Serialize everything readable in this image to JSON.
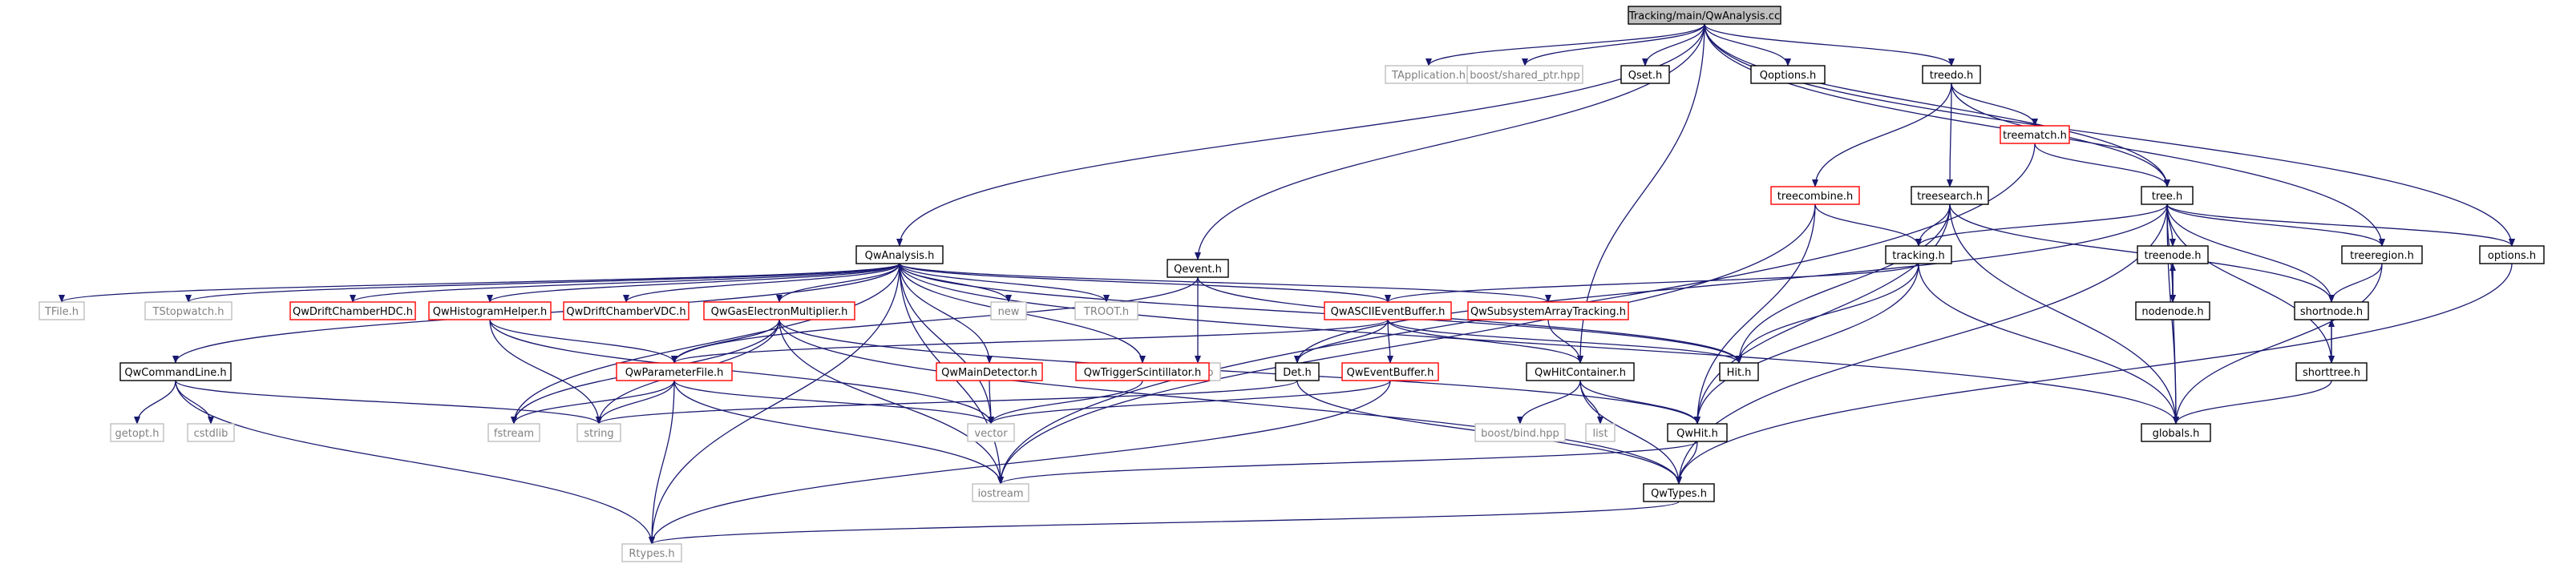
{
  "graph": {
    "nodes": [
      {
        "id": "qwanalysis_cc",
        "label": "Tracking/main/QwAnalysis.cc",
        "style": "root"
      },
      {
        "id": "qwanalysis_h",
        "label": "QwAnalysis.h",
        "style": "doc"
      },
      {
        "id": "tapplication_h",
        "label": "TApplication.h",
        "style": "ext"
      },
      {
        "id": "shared_ptr_hpp",
        "label": "boost/shared_ptr.hpp",
        "style": "ext"
      },
      {
        "id": "qset_h",
        "label": "Qset.h",
        "style": "doc"
      },
      {
        "id": "qoptions_h",
        "label": "Qoptions.h",
        "style": "doc"
      },
      {
        "id": "treedo_h",
        "label": "treedo.h",
        "style": "doc"
      },
      {
        "id": "treematch_h",
        "label": "treematch.h",
        "style": "red"
      },
      {
        "id": "treecombine_h",
        "label": "treecombine.h",
        "style": "red"
      },
      {
        "id": "treesearch_h",
        "label": "treesearch.h",
        "style": "doc"
      },
      {
        "id": "tree_h",
        "label": "tree.h",
        "style": "doc"
      },
      {
        "id": "qevent_h",
        "label": "Qevent.h",
        "style": "doc"
      },
      {
        "id": "tracking_h",
        "label": "tracking.h",
        "style": "doc"
      },
      {
        "id": "treenode_h",
        "label": "treenode.h",
        "style": "doc"
      },
      {
        "id": "treeregion_h",
        "label": "treeregion.h",
        "style": "doc"
      },
      {
        "id": "options_h",
        "label": "options.h",
        "style": "doc"
      },
      {
        "id": "tfile_h",
        "label": "TFile.h",
        "style": "ext"
      },
      {
        "id": "tstopwatch_h",
        "label": "TStopwatch.h",
        "style": "ext"
      },
      {
        "id": "qwdriftchamberhdc_h",
        "label": "QwDriftChamberHDC.h",
        "style": "red"
      },
      {
        "id": "qwhistogramhelper_h",
        "label": "QwHistogramHelper.h",
        "style": "red"
      },
      {
        "id": "qwdriftchambervdc_h",
        "label": "QwDriftChamberVDC.h",
        "style": "red"
      },
      {
        "id": "qwgaselectronmultiplier_h",
        "label": "QwGasElectronMultiplier.h",
        "style": "red"
      },
      {
        "id": "new",
        "label": "new",
        "style": "ext"
      },
      {
        "id": "troot_h",
        "label": "TROOT.h",
        "style": "ext"
      },
      {
        "id": "qwasciieventbuffer_h",
        "label": "QwASCIIEventBuffer.h",
        "style": "red"
      },
      {
        "id": "qwsubsystemarraytracking_h",
        "label": "QwSubsystemArrayTracking.h",
        "style": "red"
      },
      {
        "id": "cstdio",
        "label": "cstdio",
        "style": "ext"
      },
      {
        "id": "nodenode_h",
        "label": "nodenode.h",
        "style": "doc"
      },
      {
        "id": "shortnode_h",
        "label": "shortnode.h",
        "style": "doc"
      },
      {
        "id": "qwcommandline_h",
        "label": "QwCommandLine.h",
        "style": "doc"
      },
      {
        "id": "qwparameterfile_h",
        "label": "QwParameterFile.h",
        "style": "red"
      },
      {
        "id": "qwmaindetector_h",
        "label": "QwMainDetector.h",
        "style": "red"
      },
      {
        "id": "qwtriggerscintillator_h",
        "label": "QwTriggerScintillator.h",
        "style": "red"
      },
      {
        "id": "det_h",
        "label": "Det.h",
        "style": "doc"
      },
      {
        "id": "qweventbuffer_h",
        "label": "QwEventBuffer.h",
        "style": "red"
      },
      {
        "id": "qwhitcontainer_h",
        "label": "QwHitContainer.h",
        "style": "doc"
      },
      {
        "id": "hit_h",
        "label": "Hit.h",
        "style": "doc"
      },
      {
        "id": "shorttree_h",
        "label": "shorttree.h",
        "style": "doc"
      },
      {
        "id": "globals_h",
        "label": "globals.h",
        "style": "doc"
      },
      {
        "id": "getopt_h",
        "label": "getopt.h",
        "style": "ext"
      },
      {
        "id": "cstdlib",
        "label": "cstdlib",
        "style": "ext"
      },
      {
        "id": "fstream",
        "label": "fstream",
        "style": "ext"
      },
      {
        "id": "string",
        "label": "string",
        "style": "ext"
      },
      {
        "id": "vector",
        "label": "vector",
        "style": "ext"
      },
      {
        "id": "boost_bind_hpp",
        "label": "boost/bind.hpp",
        "style": "ext"
      },
      {
        "id": "list",
        "label": "list",
        "style": "ext"
      },
      {
        "id": "qwhit_h",
        "label": "QwHit.h",
        "style": "doc"
      },
      {
        "id": "iostream",
        "label": "iostream",
        "style": "ext"
      },
      {
        "id": "qwtypes_h",
        "label": "QwTypes.h",
        "style": "doc"
      },
      {
        "id": "rtypes_h",
        "label": "Rtypes.h",
        "style": "ext"
      }
    ],
    "edges": [
      [
        "qwanalysis_cc",
        "qwanalysis_h"
      ],
      [
        "qwanalysis_cc",
        "tapplication_h"
      ],
      [
        "qwanalysis_cc",
        "shared_ptr_hpp"
      ],
      [
        "qwanalysis_cc",
        "qset_h"
      ],
      [
        "qwanalysis_cc",
        "qoptions_h"
      ],
      [
        "qwanalysis_cc",
        "treedo_h"
      ],
      [
        "qwanalysis_cc",
        "qevent_h"
      ],
      [
        "qwanalysis_cc",
        "tree_h"
      ],
      [
        "qwanalysis_cc",
        "treeregion_h"
      ],
      [
        "qwanalysis_cc",
        "options_h"
      ],
      [
        "qwanalysis_cc",
        "qwhitcontainer_h"
      ],
      [
        "treedo_h",
        "treematch_h"
      ],
      [
        "treedo_h",
        "treecombine_h"
      ],
      [
        "treedo_h",
        "treesearch_h"
      ],
      [
        "treedo_h",
        "tree_h"
      ],
      [
        "treematch_h",
        "tree_h"
      ],
      [
        "treematch_h",
        "iostream"
      ],
      [
        "treecombine_h",
        "tracking_h"
      ],
      [
        "treecombine_h",
        "iostream"
      ],
      [
        "treecombine_h",
        "qwhit_h"
      ],
      [
        "treesearch_h",
        "tracking_h"
      ],
      [
        "treesearch_h",
        "shortnode_h"
      ],
      [
        "treesearch_h",
        "globals_h"
      ],
      [
        "treesearch_h",
        "hit_h"
      ],
      [
        "treesearch_h",
        "qwhit_h"
      ],
      [
        "tree_h",
        "tracking_h"
      ],
      [
        "tree_h",
        "treenode_h"
      ],
      [
        "tree_h",
        "treeregion_h"
      ],
      [
        "tree_h",
        "nodenode_h"
      ],
      [
        "tree_h",
        "shortnode_h"
      ],
      [
        "tree_h",
        "shorttree_h"
      ],
      [
        "tree_h",
        "globals_h"
      ],
      [
        "tree_h",
        "options_h"
      ],
      [
        "tree_h",
        "det_h"
      ],
      [
        "tree_h",
        "qwtypes_h"
      ],
      [
        "tracking_h",
        "qwasciieventbuffer_h"
      ],
      [
        "tracking_h",
        "hit_h"
      ],
      [
        "tracking_h",
        "qwhit_h"
      ],
      [
        "tracking_h",
        "globals_h"
      ],
      [
        "treenode_h",
        "nodenode_h"
      ],
      [
        "treenode_h",
        "globals_h"
      ],
      [
        "nodenode_h",
        "treenode_h"
      ],
      [
        "treeregion_h",
        "shortnode_h"
      ],
      [
        "treeregion_h",
        "globals_h"
      ],
      [
        "shortnode_h",
        "shorttree_h"
      ],
      [
        "shorttree_h",
        "shortnode_h"
      ],
      [
        "shorttree_h",
        "globals_h"
      ],
      [
        "options_h",
        "qwtypes_h"
      ],
      [
        "qevent_h",
        "qwparameterfile_h"
      ],
      [
        "qevent_h",
        "cstdio"
      ],
      [
        "qevent_h",
        "hit_h"
      ],
      [
        "qwanalysis_h",
        "tfile_h"
      ],
      [
        "qwanalysis_h",
        "tstopwatch_h"
      ],
      [
        "qwanalysis_h",
        "qwdriftchamberhdc_h"
      ],
      [
        "qwanalysis_h",
        "qwhistogramhelper_h"
      ],
      [
        "qwanalysis_h",
        "qwdriftchambervdc_h"
      ],
      [
        "qwanalysis_h",
        "qwgaselectronmultiplier_h"
      ],
      [
        "qwanalysis_h",
        "new"
      ],
      [
        "qwanalysis_h",
        "troot_h"
      ],
      [
        "qwanalysis_h",
        "qwasciieventbuffer_h"
      ],
      [
        "qwanalysis_h",
        "qwsubsystemarraytracking_h"
      ],
      [
        "qwanalysis_h",
        "qwcommandline_h"
      ],
      [
        "qwanalysis_h",
        "qwmaindetector_h"
      ],
      [
        "qwanalysis_h",
        "qwtriggerscintillator_h"
      ],
      [
        "qwanalysis_h",
        "fstream"
      ],
      [
        "qwanalysis_h",
        "iostream"
      ],
      [
        "qwanalysis_h",
        "vector"
      ],
      [
        "qwanalysis_h",
        "rtypes_h"
      ],
      [
        "qwanalysis_h",
        "globals_h"
      ],
      [
        "qwanalysis_h",
        "hit_h"
      ],
      [
        "qwhistogramhelper_h",
        "qwparameterfile_h"
      ],
      [
        "qwhistogramhelper_h",
        "string"
      ],
      [
        "qwhistogramhelper_h",
        "vector"
      ],
      [
        "qwgaselectronmultiplier_h",
        "qwparameterfile_h"
      ],
      [
        "qwgaselectronmultiplier_h",
        "fstream"
      ],
      [
        "qwgaselectronmultiplier_h",
        "string"
      ],
      [
        "qwgaselectronmultiplier_h",
        "iostream"
      ],
      [
        "qwgaselectronmultiplier_h",
        "qwtypes_h"
      ],
      [
        "qwgaselectronmultiplier_h",
        "qwhit_h"
      ],
      [
        "qwasciieventbuffer_h",
        "det_h"
      ],
      [
        "qwasciieventbuffer_h",
        "qweventbuffer_h"
      ],
      [
        "qwasciieventbuffer_h",
        "qwhitcontainer_h"
      ],
      [
        "qwasciieventbuffer_h",
        "hit_h"
      ],
      [
        "qwasciieventbuffer_h",
        "qwparameterfile_h"
      ],
      [
        "qwsubsystemarraytracking_h",
        "qwhitcontainer_h"
      ],
      [
        "qwcommandline_h",
        "getopt_h"
      ],
      [
        "qwcommandline_h",
        "cstdlib"
      ],
      [
        "qwcommandline_h",
        "string"
      ],
      [
        "qwcommandline_h",
        "rtypes_h"
      ],
      [
        "qwparameterfile_h",
        "fstream"
      ],
      [
        "qwparameterfile_h",
        "string"
      ],
      [
        "qwparameterfile_h",
        "vector"
      ],
      [
        "qwparameterfile_h",
        "iostream"
      ],
      [
        "qwparameterfile_h",
        "rtypes_h"
      ],
      [
        "qwmaindetector_h",
        "vector"
      ],
      [
        "qwtriggerscintillator_h",
        "vector"
      ],
      [
        "det_h",
        "string"
      ],
      [
        "det_h",
        "qwtypes_h"
      ],
      [
        "qweventbuffer_h",
        "vector"
      ],
      [
        "qweventbuffer_h",
        "rtypes_h"
      ],
      [
        "qwhitcontainer_h",
        "boost_bind_hpp"
      ],
      [
        "qwhitcontainer_h",
        "list"
      ],
      [
        "qwhitcontainer_h",
        "qwhit_h"
      ],
      [
        "qwhitcontainer_h",
        "qwtypes_h"
      ],
      [
        "qwhit_h",
        "iostream"
      ],
      [
        "qwhit_h",
        "qwtypes_h"
      ],
      [
        "qwtypes_h",
        "rtypes_h"
      ]
    ]
  },
  "colors": {
    "edge": "#191970",
    "doc_border": "#000000",
    "red_border": "#ff0000",
    "ext_border": "#bfbfbf",
    "ext_text": "#808080",
    "root_fill": "#bfbfbf"
  }
}
